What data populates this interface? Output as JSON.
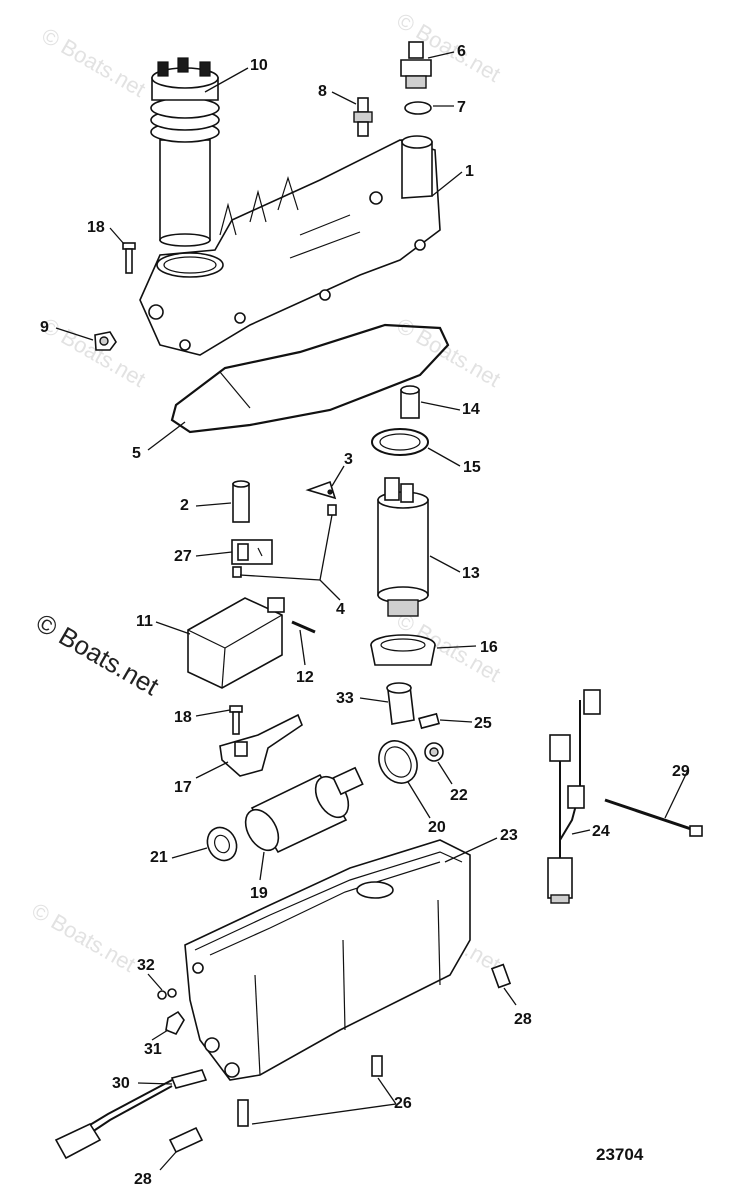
{
  "diagram": {
    "diagram_number": "23704",
    "watermark_text": "© Boats.net",
    "callouts": [
      "1",
      "2",
      "3",
      "4",
      "5",
      "6",
      "7",
      "8",
      "9",
      "10",
      "11",
      "12",
      "13",
      "14",
      "15",
      "16",
      "17",
      "18",
      "19",
      "20",
      "21",
      "22",
      "23",
      "24",
      "25",
      "26",
      "27",
      "28",
      "29",
      "30",
      "31",
      "32",
      "33"
    ]
  },
  "colors": {
    "line": "#111111",
    "fill": "#ffffff",
    "watermark": "#e2e2e2"
  }
}
